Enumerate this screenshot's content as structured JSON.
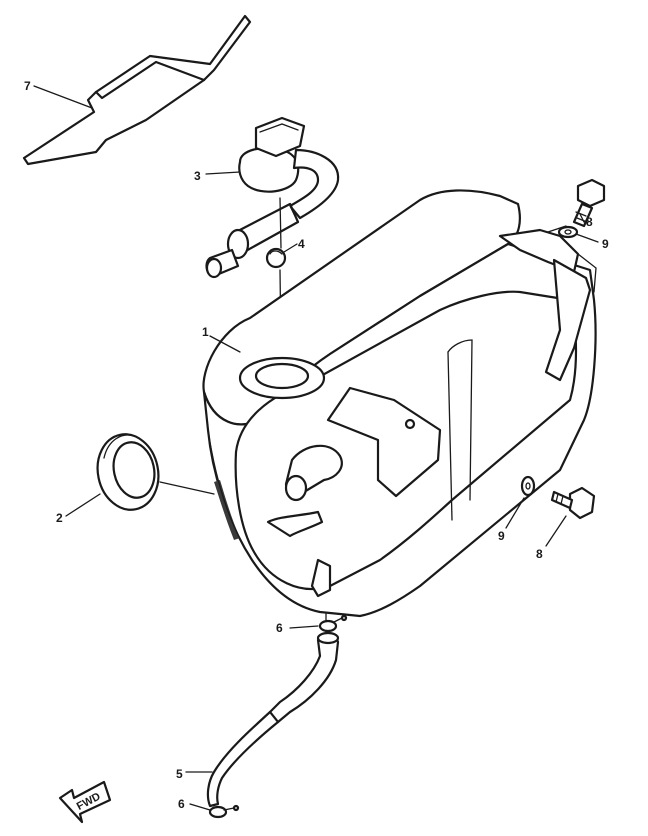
{
  "callouts": {
    "c1": "1",
    "c2": "2",
    "c3": "3",
    "c4": "4",
    "c5": "5",
    "c6a": "6",
    "c6b": "6",
    "c7": "7",
    "c8a": "8",
    "c8b": "8",
    "c9a": "9",
    "c9b": "9"
  },
  "direction_marker": "FWD"
}
